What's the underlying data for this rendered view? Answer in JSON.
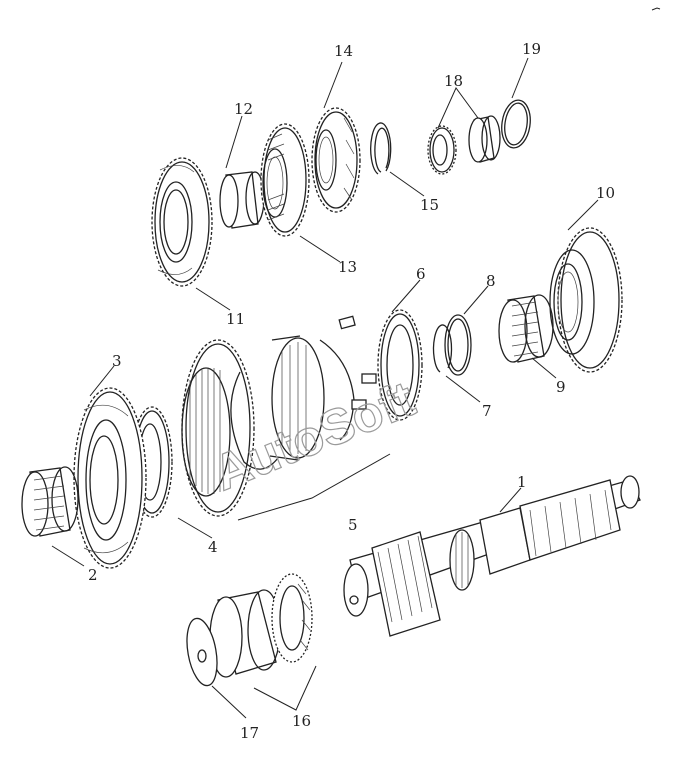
{
  "diagram": {
    "callouts": [
      "1",
      "2",
      "3",
      "4",
      "5",
      "6",
      "7",
      "8",
      "9",
      "10",
      "11",
      "12",
      "13",
      "14",
      "15",
      "16",
      "17",
      "18",
      "19"
    ],
    "watermark": "AutoSoft"
  },
  "colors": {
    "ink": "#222222",
    "background": "#ffffff",
    "watermark": "#9a9a9a"
  }
}
